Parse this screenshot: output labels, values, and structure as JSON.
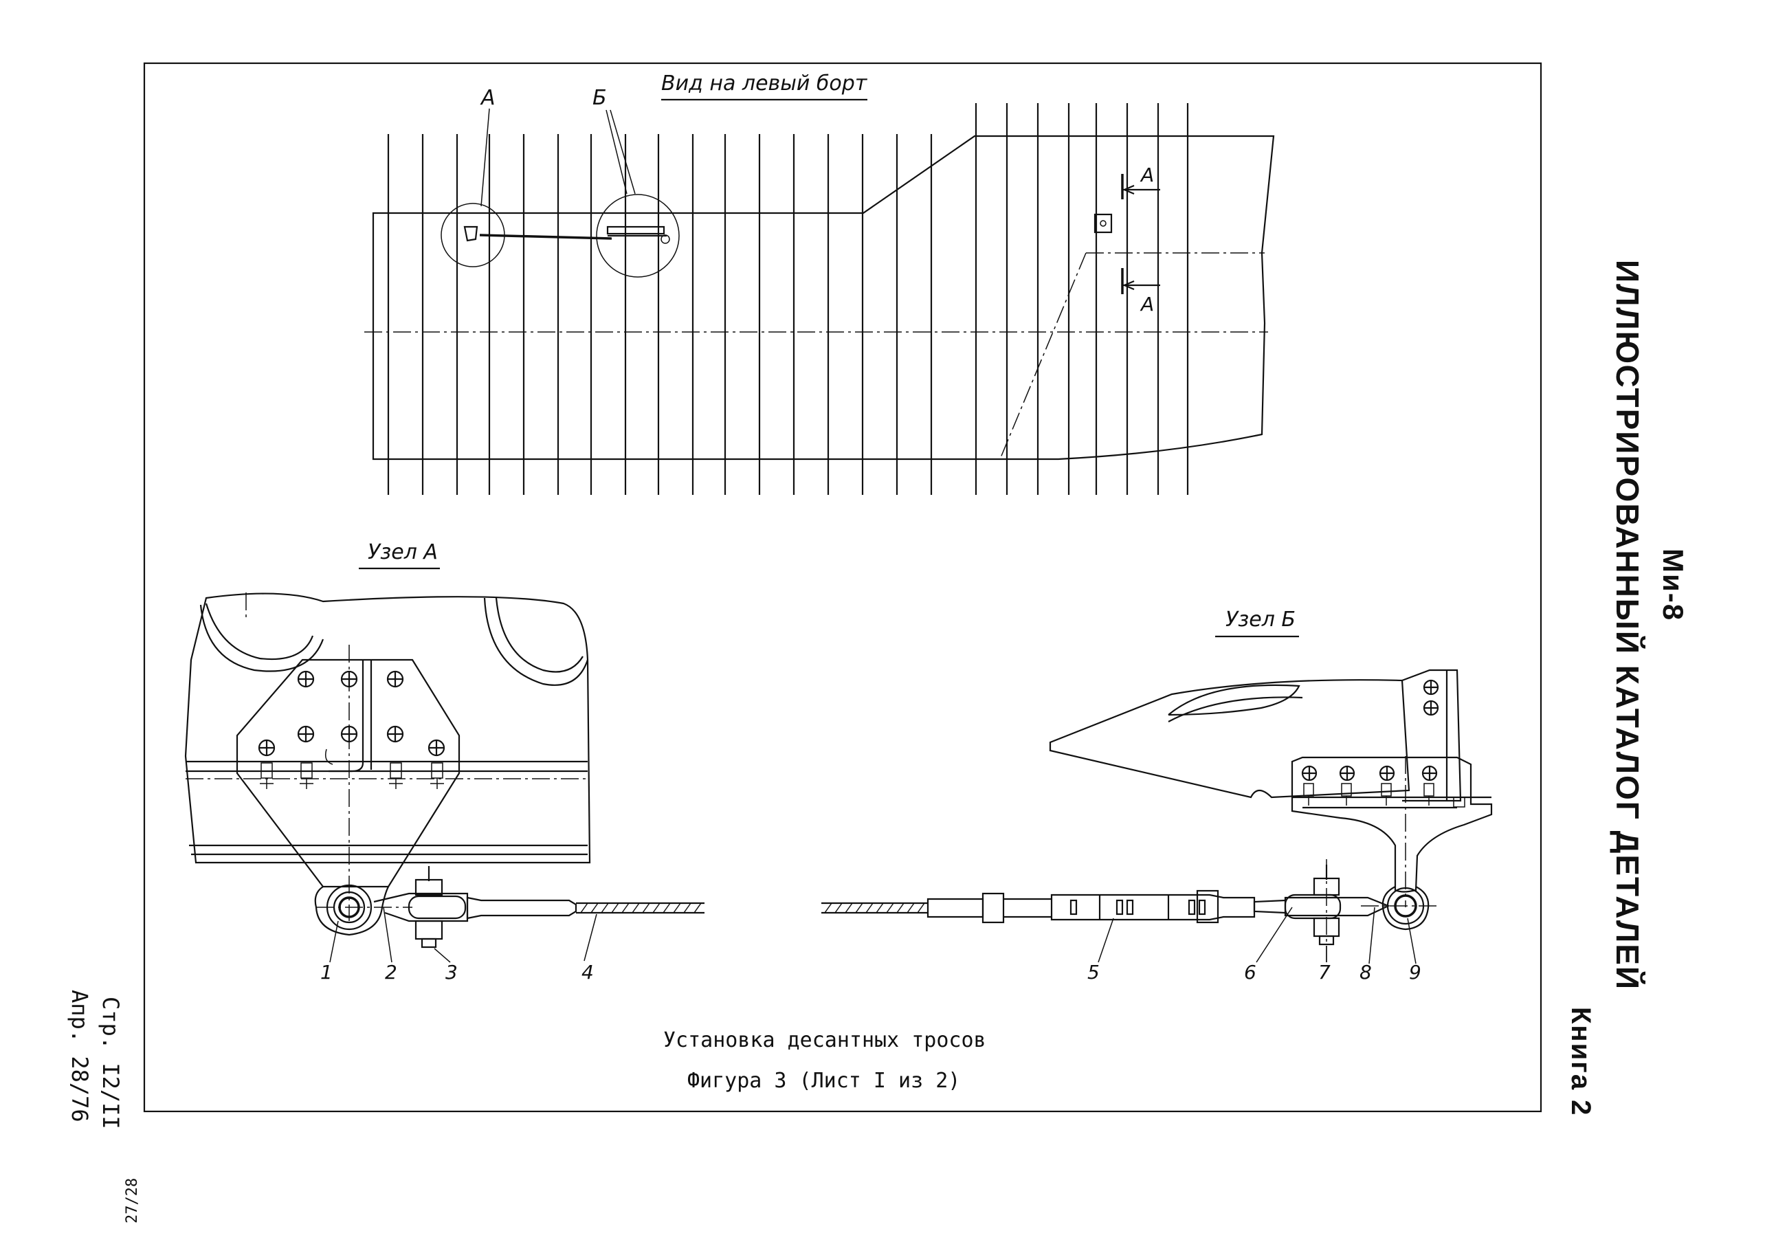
{
  "view_title": "Вид на левый борт",
  "callouts": {
    "a": "А",
    "b": "Б"
  },
  "section_arrows": {
    "top": "А",
    "bottom": "А"
  },
  "node_a_title": "Узел А",
  "node_b_title": "Узел Б",
  "part_numbers": [
    "1",
    "2",
    "3",
    "4",
    "5",
    "6",
    "7",
    "8",
    "9"
  ],
  "caption": {
    "line1": "Установка десантных тросов",
    "line2": "Фигура 3 (Лист I из 2)"
  },
  "side": {
    "model": "Ми-8",
    "catalog": "ИЛЛЮСТРИРОВАННЫЙ КАТАЛОГ ДЕТАЛЕЙ",
    "book": "Книга 2"
  },
  "page_ref": {
    "page": "Стр. I2/II",
    "date": "Апр. 28/76"
  },
  "corner_mark": "27/28"
}
